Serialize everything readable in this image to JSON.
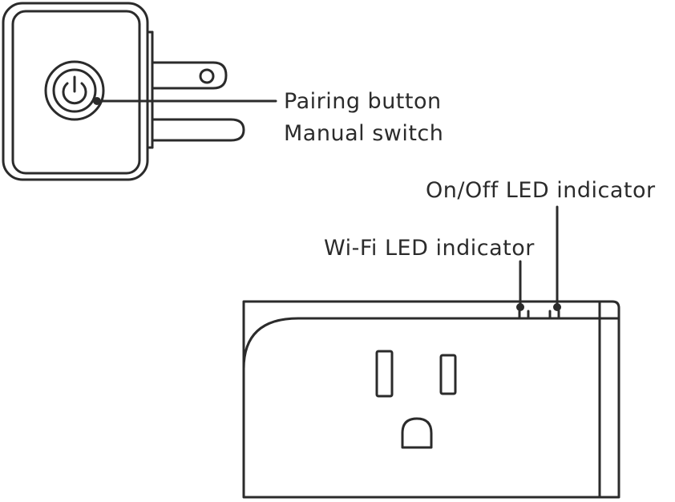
{
  "labels": {
    "pairing_button": "Pairing button",
    "manual_switch": "Manual switch",
    "onoff_led": "On/Off LED indicator",
    "wifi_led": "Wi-Fi LED indicator"
  },
  "colors": {
    "stroke": "#2b2b2b",
    "background": "#ffffff"
  }
}
